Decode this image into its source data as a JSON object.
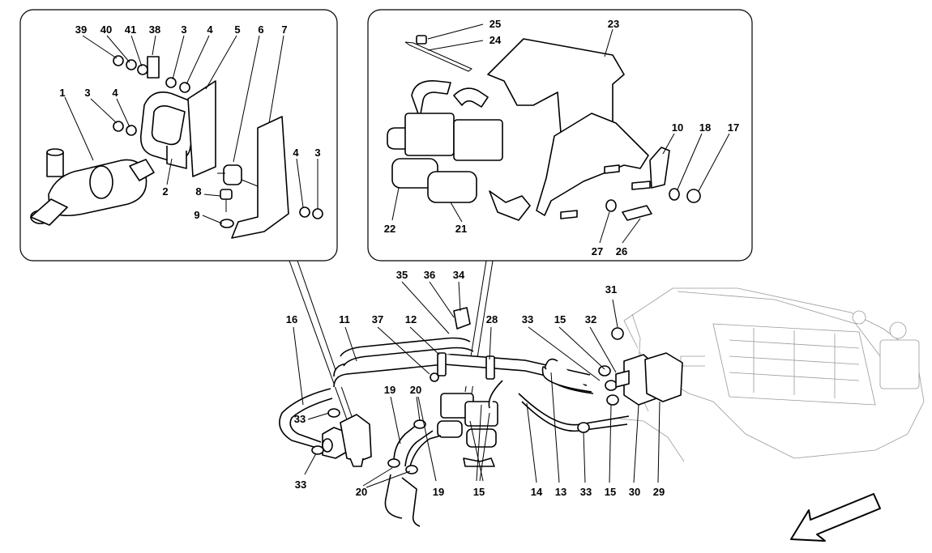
{
  "diagram": {
    "callouts": {
      "c39": "39",
      "c40": "40",
      "c41": "41",
      "c38": "38",
      "c3a": "3",
      "c4a": "4",
      "c5": "5",
      "c6": "6",
      "c7": "7",
      "c1": "1",
      "c3b": "3",
      "c4b": "4",
      "c2": "2",
      "c8": "8",
      "c9": "9",
      "c4c": "4",
      "c3c": "3",
      "c25": "25",
      "c24": "24",
      "c23": "23",
      "c10": "10",
      "c18": "18",
      "c17": "17",
      "c22": "22",
      "c21": "21",
      "c27": "27",
      "c26": "26",
      "c35": "35",
      "c36": "36",
      "c34": "34",
      "c31": "31",
      "c16": "16",
      "c11": "11",
      "c37": "37",
      "c12": "12",
      "c28": "28",
      "c33a": "33",
      "c15a": "15",
      "c32": "32",
      "c33b": "33",
      "c19a": "19",
      "c20a": "20",
      "c33c": "33",
      "c20b": "20",
      "c19b": "19",
      "c15b": "15",
      "c14": "14",
      "c13": "13",
      "c33d": "33",
      "c15c": "15",
      "c30": "30",
      "c29": "29"
    }
  }
}
